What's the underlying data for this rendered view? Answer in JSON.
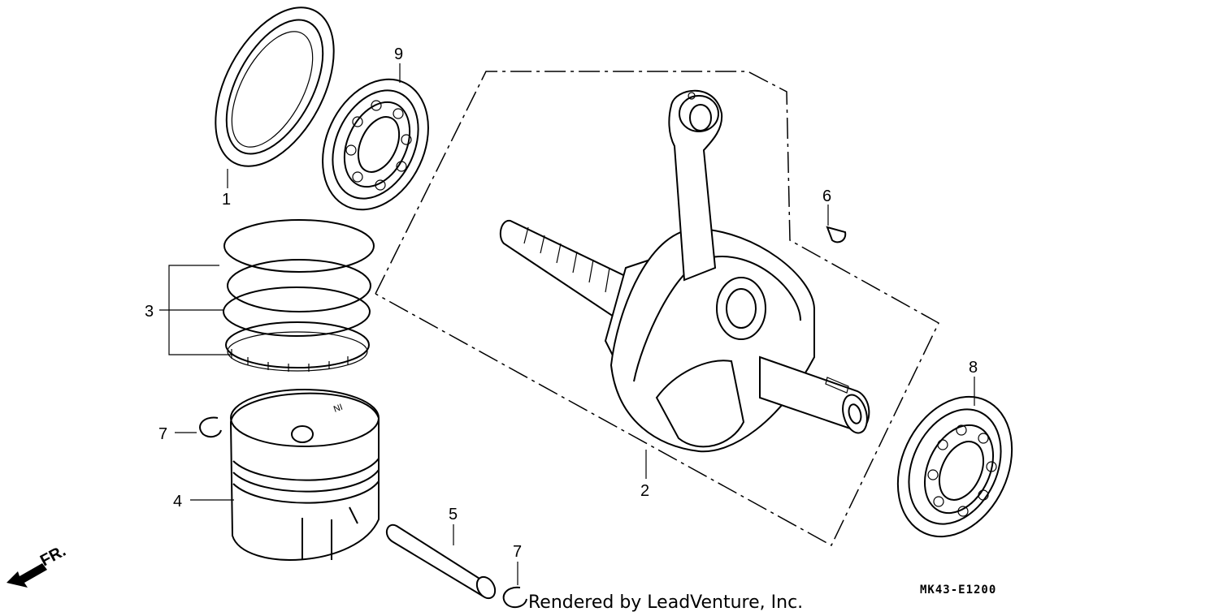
{
  "callouts": {
    "c1": "1",
    "c2": "2",
    "c3": "3",
    "c4": "4",
    "c5": "5",
    "c6": "6",
    "c7a": "7",
    "c7b": "7",
    "c8": "8",
    "c9": "9"
  },
  "piston_mark": "NI",
  "direction_label": "FR.",
  "reference_code": "MK43-E1200",
  "credit": "Rendered by LeadVenture, Inc."
}
